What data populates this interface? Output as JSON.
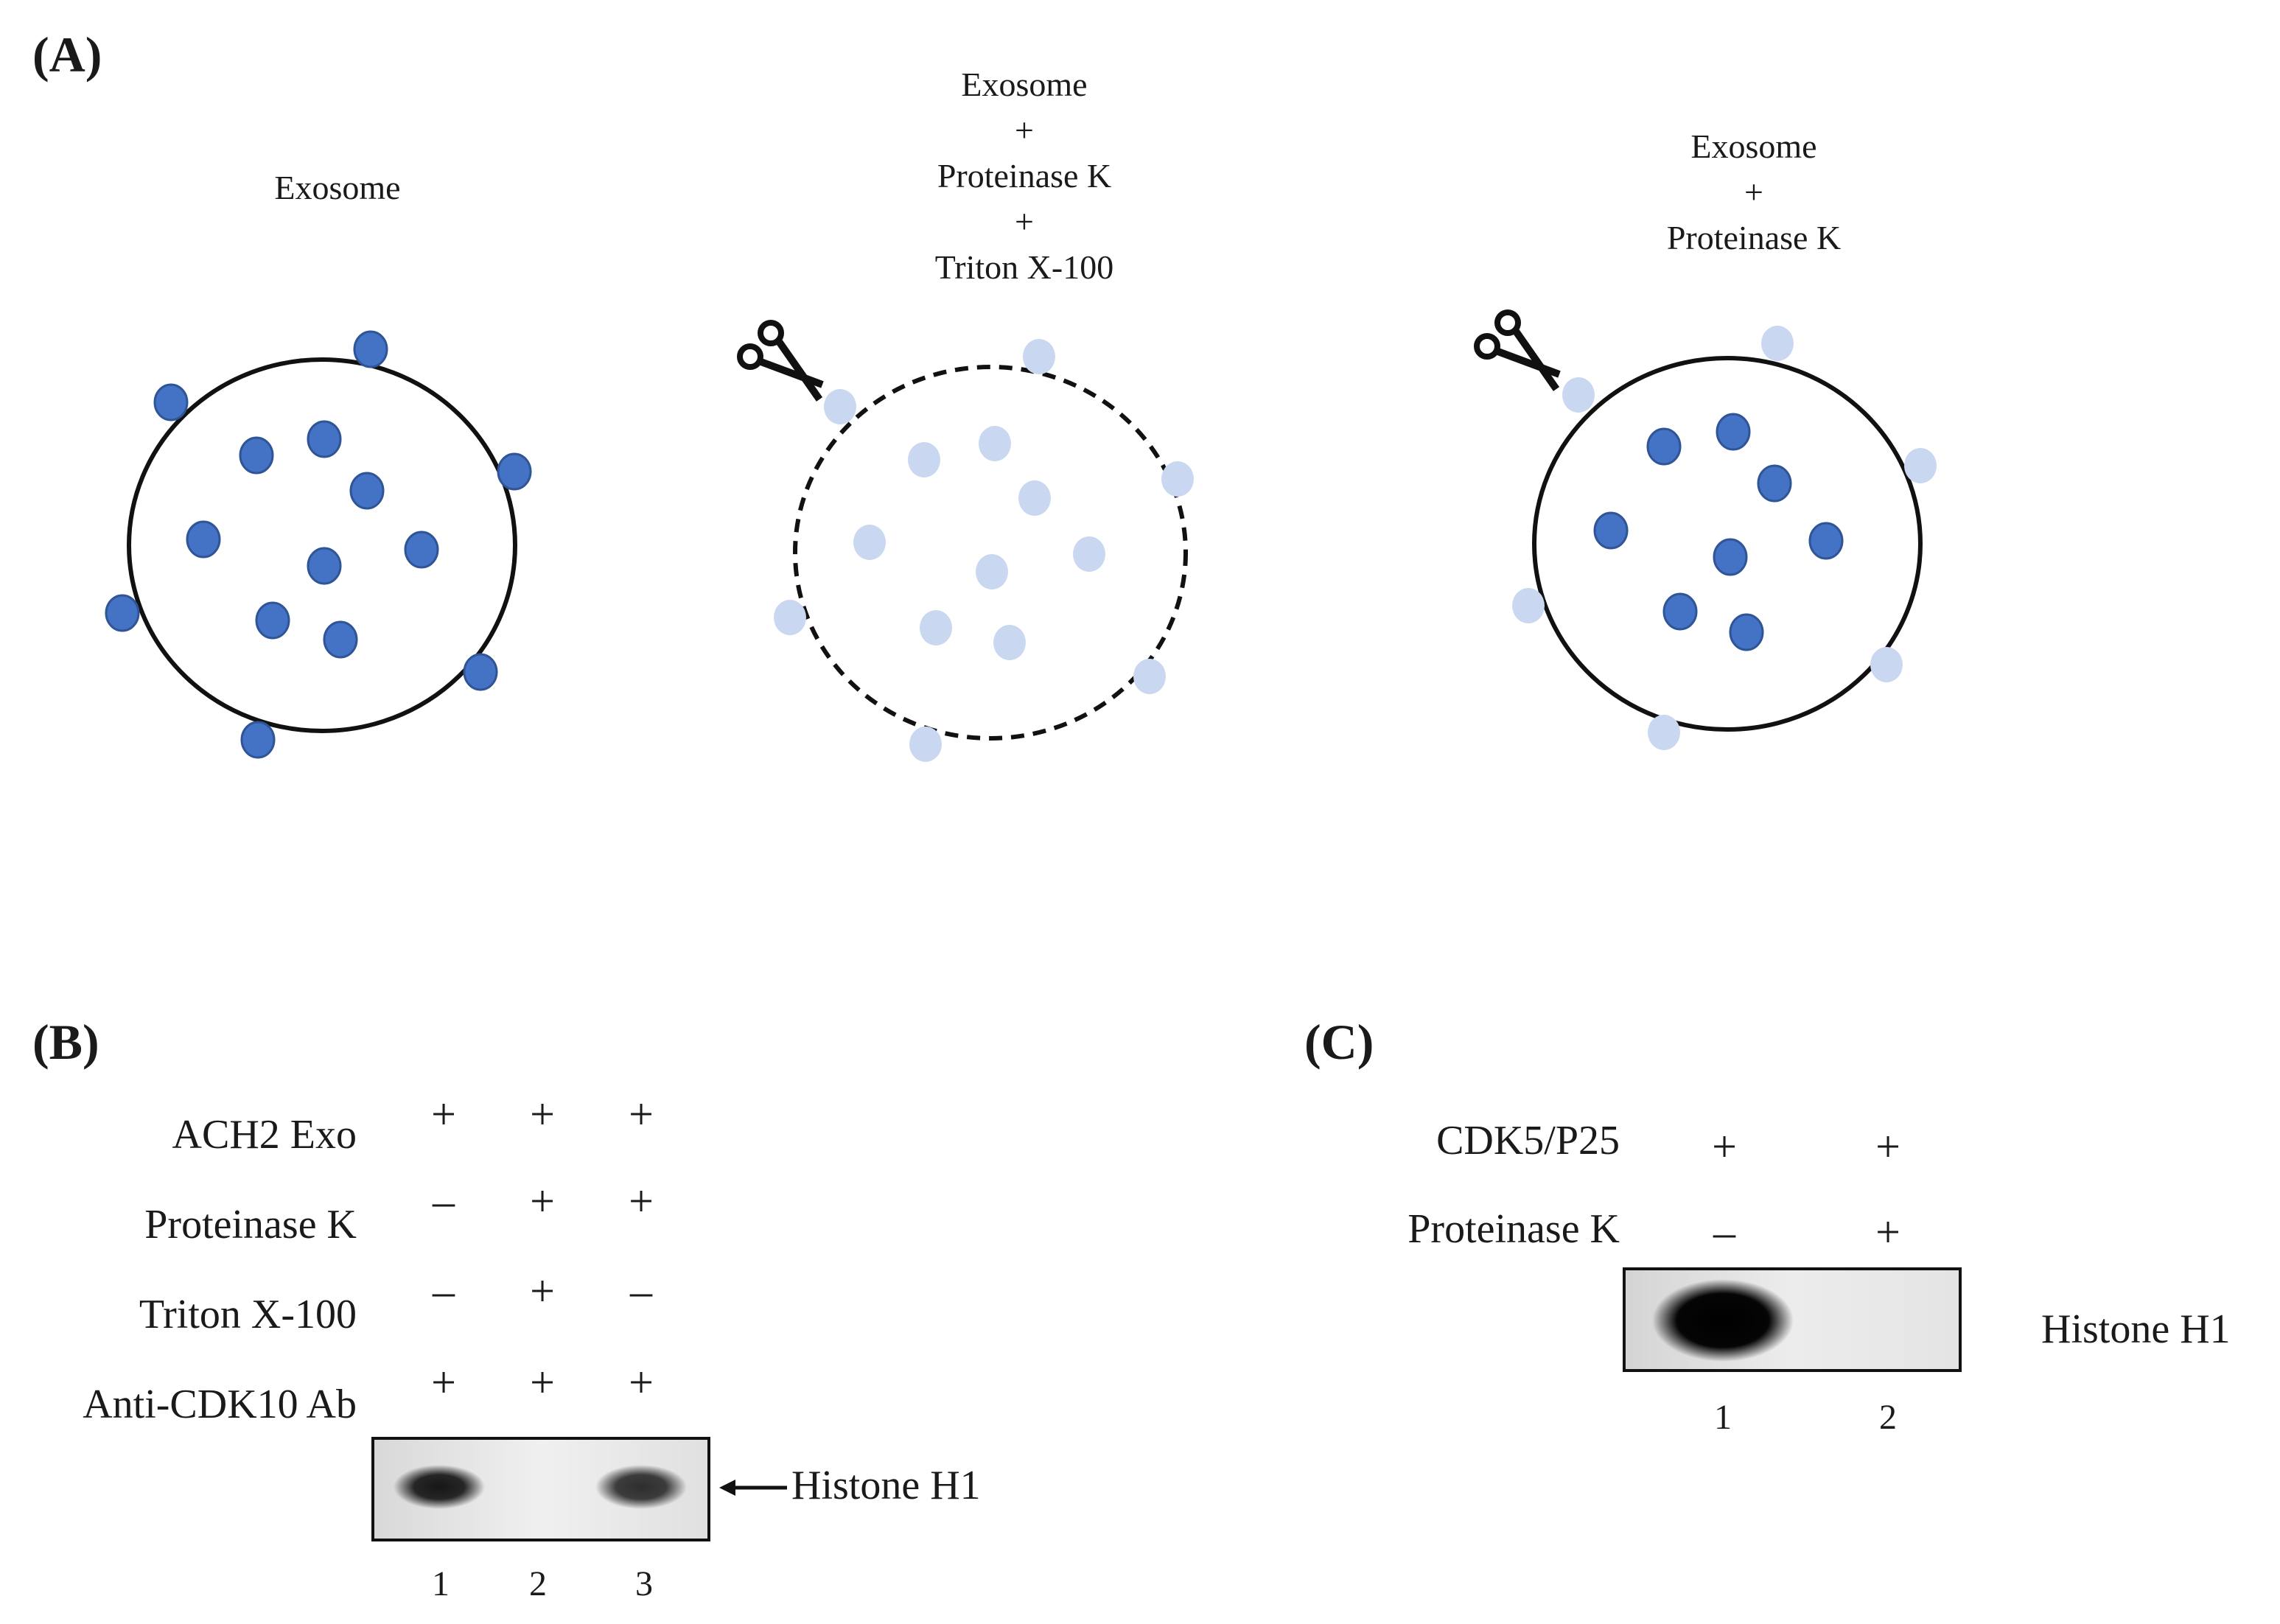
{
  "panel_a": {
    "label": "(A)",
    "conditions": [
      {
        "lines": [
          "Exosome"
        ]
      },
      {
        "lines": [
          "Exosome",
          "+",
          "Proteinase K",
          "+",
          "Triton X-100"
        ]
      },
      {
        "lines": [
          "Exosome",
          "+",
          "Proteinase K"
        ]
      }
    ]
  },
  "panel_b": {
    "label": "(B)",
    "rows": [
      {
        "label": "ACH2 Exo",
        "signs": [
          "+",
          "+",
          "+"
        ]
      },
      {
        "label": "Proteinase K",
        "signs": [
          "–",
          "+",
          "+"
        ]
      },
      {
        "label": "Triton X-100",
        "signs": [
          "–",
          "+",
          "–"
        ]
      },
      {
        "label": "Anti-CDK10 Ab",
        "signs": [
          "+",
          "+",
          "+"
        ]
      }
    ],
    "band_label": "Histone H1",
    "lanes": [
      "1",
      "2",
      "3"
    ],
    "band_intensity": [
      0.9,
      0,
      0.8
    ]
  },
  "panel_c": {
    "label": "(C)",
    "rows": [
      {
        "label": "CDK5/P25",
        "signs": [
          "+",
          "+"
        ]
      },
      {
        "label": "Proteinase K",
        "signs": [
          "–",
          "+"
        ]
      }
    ],
    "band_label": "Histone H1",
    "lanes": [
      "1",
      "2"
    ],
    "band_intensity": [
      1,
      0
    ]
  },
  "colors": {
    "dot_dark": "#4472c4",
    "dot_light": "#c9d7f0",
    "blot_bg": "#f0f0f0"
  }
}
